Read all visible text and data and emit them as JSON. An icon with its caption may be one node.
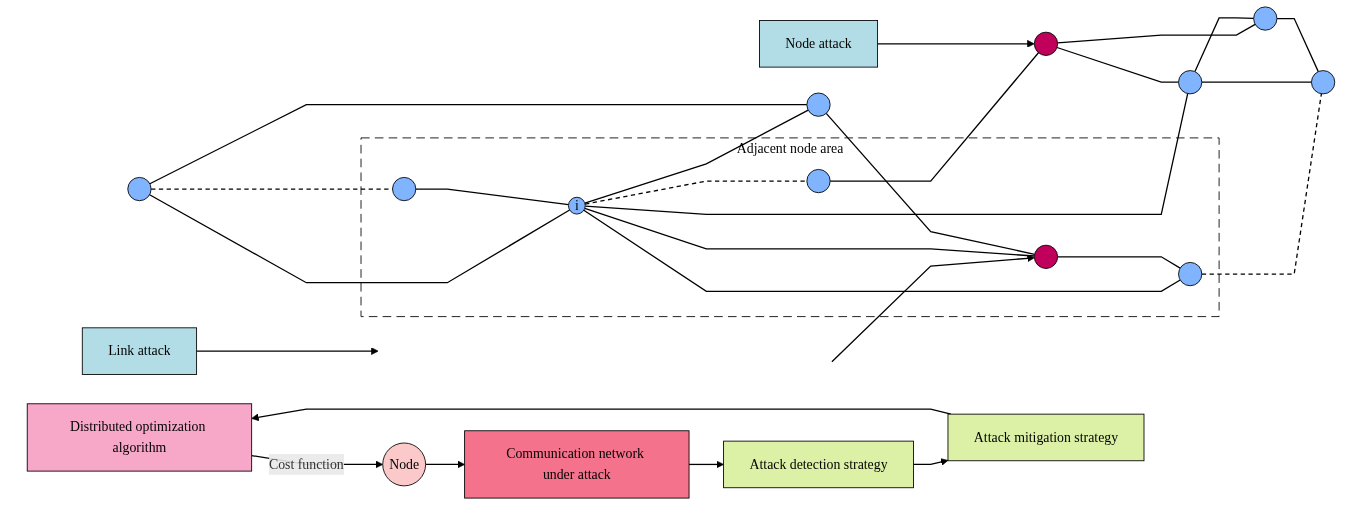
{
  "diagram": {
    "nodes": [
      {
        "text": [
          "Distributed optimization algorithm"
        ]
      },
      {
        "text": [
          "Attack mitigation strategy"
        ]
      },
      {
        "text": [
          "Attack detection strategy"
        ]
      },
      {
        "text": [
          "Node"
        ]
      },
      {
        "text": [
          "Communication network under attack"
        ]
      },
      {
        "text": [
          "Link attack"
        ]
      },
      {
        "text": [
          "Node attack"
        ]
      },
      {
        "text": [
          "Adjacent node area"
        ]
      },
      {
        "text": [],
        "shape": "circle"
      },
      {
        "text": [],
        "shape": "circle",
        "in": 7
      },
      {
        "text": [],
        "shape": "circle",
        "in": 7
      },
      {
        "text": [],
        "shape": "circle"
      },
      {
        "text": [
          "i"
        ],
        "in": 7
      },
      {
        "text": [],
        "shape": "circle"
      },
      {
        "text": [],
        "shape": "circle"
      },
      {
        "text": [],
        "shape": "circle"
      },
      {
        "text": [],
        "shape": "circle",
        "in": 7
      },
      {
        "text": [],
        "shape": "circle",
        "in": 7
      },
      {
        "text": [],
        "shape": "circle"
      }
    ],
    "edges": [
      {
        "from": 1,
        "to": 0,
        "arrow": "to"
      },
      {
        "from": 0,
        "to": 3,
        "arrow": "to",
        "label": "Cost function"
      },
      {
        "from": 3,
        "to": 4,
        "arrow": "to"
      },
      {
        "from": 4,
        "to": 2,
        "arrow": "to"
      },
      {
        "from": 2,
        "to": 1,
        "arrow": "to"
      },
      {
        "from": 5,
        "to": null,
        "arrow": "to"
      },
      {
        "from": 6,
        "to": 11,
        "arrow": "to"
      },
      {
        "from": null,
        "to": 16,
        "arrow": "to"
      },
      {
        "from": 8,
        "to": 9,
        "arrow": "none",
        "style": "dashed"
      },
      {
        "from": 8,
        "to": 12,
        "arrow": "none"
      },
      {
        "from": 8,
        "to": 13,
        "arrow": "none"
      },
      {
        "from": 9,
        "to": 12,
        "arrow": "none"
      },
      {
        "from": 12,
        "to": 10,
        "arrow": "none",
        "style": "dashed"
      },
      {
        "from": 10,
        "to": 11,
        "arrow": "none"
      },
      {
        "from": 12,
        "to": 13,
        "arrow": "none"
      },
      {
        "from": 12,
        "to": 14,
        "arrow": "none"
      },
      {
        "from": 12,
        "to": 16,
        "arrow": "none"
      },
      {
        "from": 12,
        "to": 17,
        "arrow": "none"
      },
      {
        "from": 13,
        "to": 16,
        "arrow": "none"
      },
      {
        "from": 16,
        "to": 17,
        "arrow": "none"
      },
      {
        "from": 17,
        "to": 18,
        "arrow": "none",
        "style": "dashed"
      },
      {
        "from": 11,
        "to": 14,
        "arrow": "none"
      },
      {
        "from": 11,
        "to": 15,
        "arrow": "none"
      },
      {
        "from": 14,
        "to": 15,
        "arrow": "none"
      },
      {
        "from": 14,
        "to": 18,
        "arrow": "none"
      },
      {
        "from": 15,
        "to": 18,
        "arrow": "none"
      }
    ]
  }
}
